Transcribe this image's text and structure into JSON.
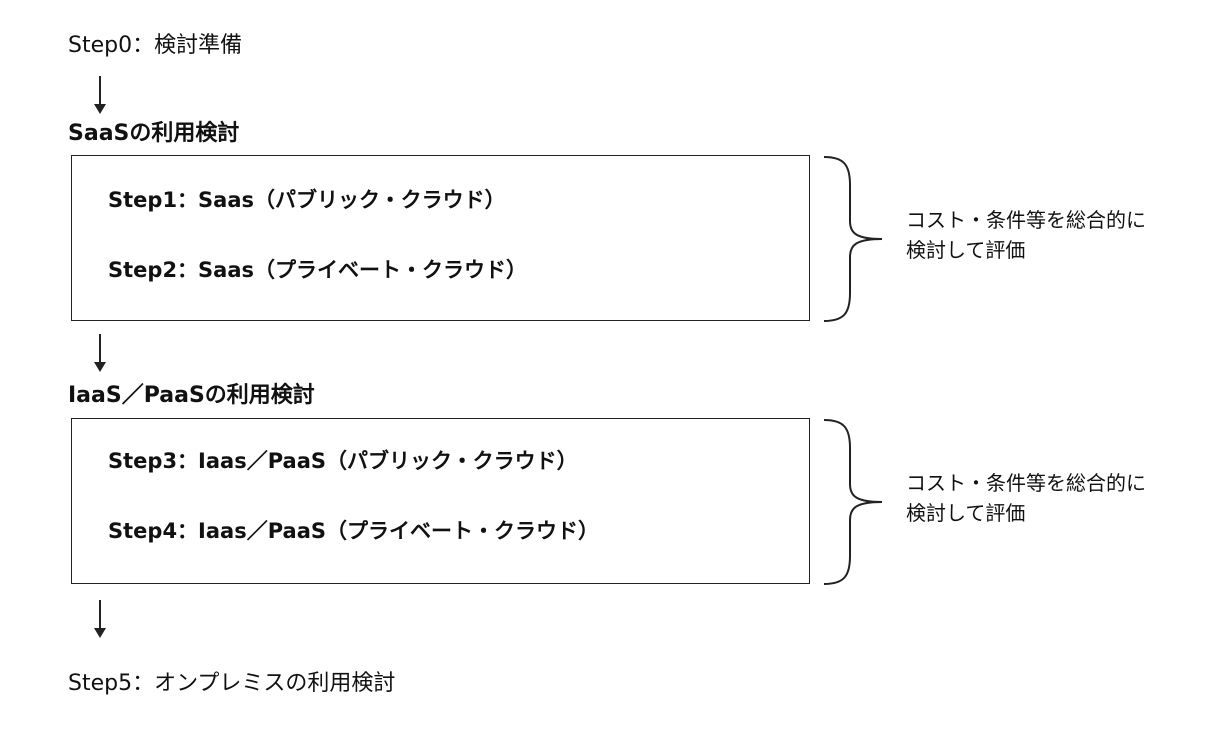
{
  "step0": {
    "label": "Step0：検討準備"
  },
  "saas_section": {
    "heading": "SaaSの利用検討",
    "steps": [
      "Step1：Saas（パブリック・クラウド）",
      "Step2：Saas（プライベート・クラウド）"
    ],
    "note_line1": "コスト・条件等を総合的に",
    "note_line2": "検討して評価"
  },
  "iaas_section": {
    "heading": "IaaS／PaaSの利用検討",
    "steps": [
      "Step3：Iaas／PaaS（パブリック・クラウド）",
      "Step4：Iaas／PaaS（プライベート・クラウド）"
    ],
    "note_line1": "コスト・条件等を総合的に",
    "note_line2": "検討して評価"
  },
  "step5": {
    "label": "Step5：オンプレミスの利用検討"
  },
  "colors": {
    "line": "#222222",
    "text": "#111111",
    "background": "#ffffff"
  }
}
